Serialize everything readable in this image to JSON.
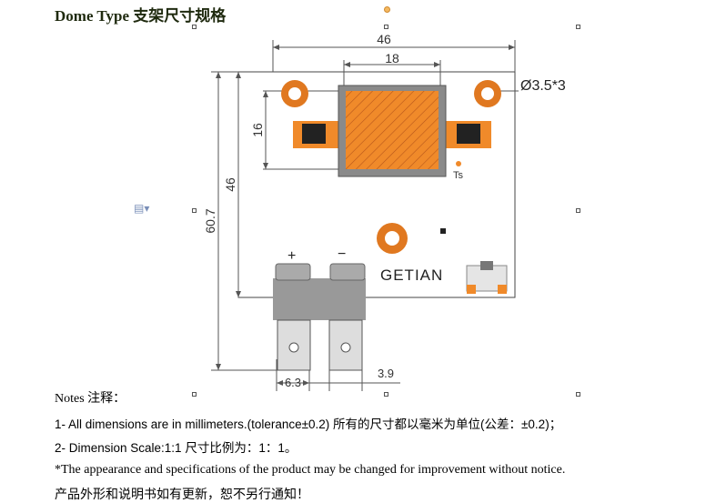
{
  "title": "Dome Type  支架尺寸规格",
  "drawing": {
    "dim_top_46": "46",
    "dim_18": "18",
    "dim_hole": "Ø3.5*3",
    "dim_16": "16",
    "dim_side_46": "46",
    "dim_60_7": "60.7",
    "ts_label": "Ts",
    "plus_label": "+",
    "minus_label": "−",
    "brand": "GETIAN",
    "dim_6_3": "6.3",
    "dim_3_9": "3.9"
  },
  "notes": {
    "heading": "Notes  注释：",
    "line1": "1- All dimensions are in millimeters.(tolerance±0.2)  所有的尺寸都以毫米为单位(公差：±0.2)；",
    "line2": "2- Dimension Scale:1:1  尺寸比例为：1：1。",
    "line3": "*The appearance and specifications of the product may be changed for improvement without notice.",
    "line4": " 产品外形和说明书如有更新，恕不另行通知！"
  },
  "colors": {
    "led_orange": "#f08a2a",
    "copper": "#e07820",
    "text_dark": "#1f2a0f"
  }
}
